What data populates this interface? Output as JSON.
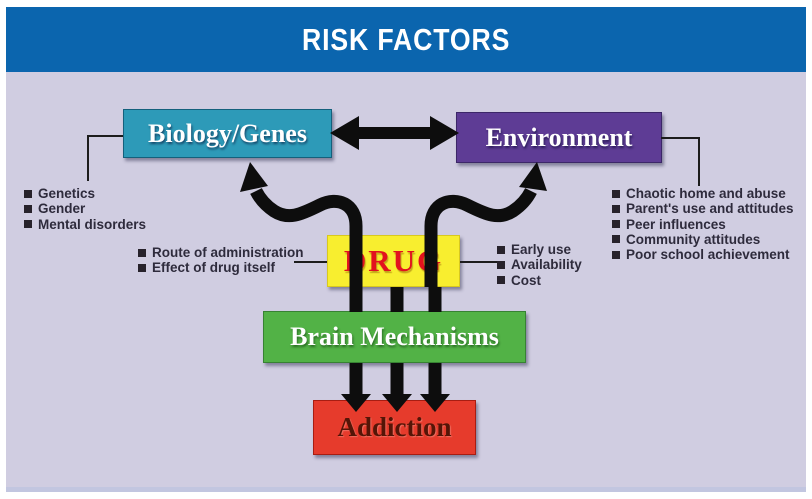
{
  "header": {
    "title": "RISK FACTORS"
  },
  "boxes": {
    "biology": {
      "label": "Biology/Genes",
      "color": "#2d9ab8"
    },
    "environment": {
      "label": "Environment",
      "color": "#5e3c95"
    },
    "drug": {
      "label": "DRUG",
      "color": "#f8ee2f",
      "text_color": "#e2121e"
    },
    "brain": {
      "label": "Brain Mechanisms",
      "color": "#52b246"
    },
    "addiction": {
      "label": "Addiction",
      "color": "#e63b2c",
      "text_color": "#551507"
    }
  },
  "lists": {
    "biology_factors": {
      "items": [
        "Genetics",
        "Gender",
        "Mental disorders"
      ]
    },
    "drug_left_factors": {
      "items": [
        "Route of administration",
        "Effect of drug itself"
      ]
    },
    "drug_right_factors": {
      "items": [
        "Early use",
        "Availability",
        "Cost"
      ]
    },
    "environment_factors": {
      "items": [
        "Chaotic home and abuse",
        "Parent's use and attitudes",
        "Peer influences",
        "Community attitudes",
        "Poor school achievement"
      ]
    }
  },
  "icons": {
    "bullet": "square-bullet-icon",
    "double_arrow": "double-headed-arrow-icon",
    "curved_arrow": "s-curve-arrow-icon",
    "down_arrow": "down-arrow-icon"
  },
  "colors": {
    "header_bg": "#0b65ae",
    "panel_bg": "#d0cde1",
    "arrow": "#0d0d0d",
    "list_text": "#2e2b3c"
  }
}
